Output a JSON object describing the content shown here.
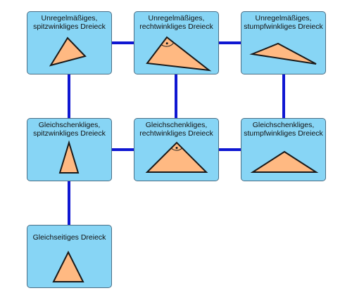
{
  "colors": {
    "box_fill": "#87d5f5",
    "box_border": "#4a6f86",
    "triangle_fill": "#ffb982",
    "connector": "#0f17d2"
  },
  "nodes": {
    "irregular_acute": {
      "line1": "Unregelmäßiges,",
      "line2": "spitzwinkliges Dreieck"
    },
    "irregular_right": {
      "line1": "Unregelmäßiges,",
      "line2": "rechtwinkliges Dreieck"
    },
    "irregular_obtuse": {
      "line1": "Unregelmäßiges,",
      "line2": "stumpfwinkliges Dreieck"
    },
    "isosceles_acute": {
      "line1": "Gleichschenkliges,",
      "line2": "spitzwinkliges Dreieck"
    },
    "isosceles_right": {
      "line1": "Gleichschenkliges,",
      "line2": "rechtwinkliges Dreieck"
    },
    "isosceles_obtuse": {
      "line1": "Gleichschenkliges,",
      "line2": "stumpfwinkliges Dreieck"
    },
    "equilateral": {
      "line1": "Gleichseitiges Dreieck",
      "line2": ""
    }
  }
}
